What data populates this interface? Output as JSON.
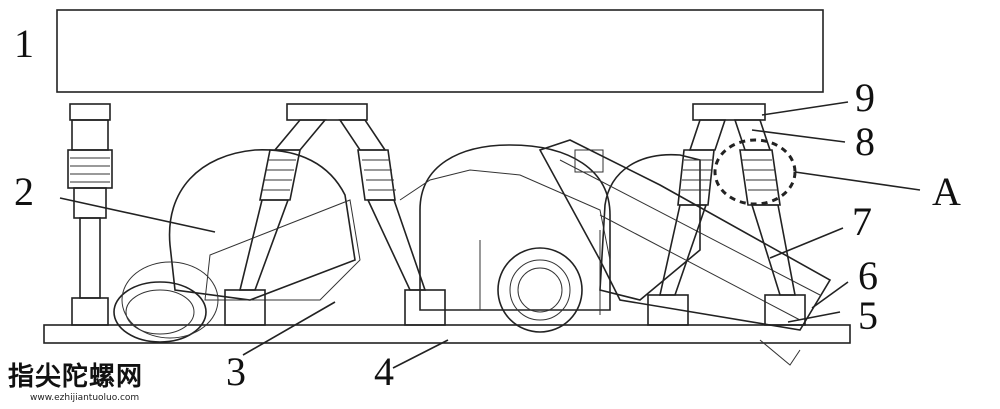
{
  "labels": {
    "l1": "1",
    "l2": "2",
    "l3": "3",
    "l4": "4",
    "l5": "5",
    "l6": "6",
    "l7": "7",
    "l8": "8",
    "l9": "9",
    "lA": "A"
  },
  "watermark": {
    "text": "指尖陀螺网",
    "url": "www.ezhijiantuoluo.com"
  }
}
